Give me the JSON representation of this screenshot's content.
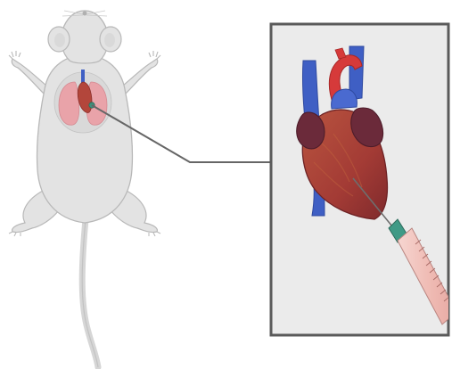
{
  "figure": {
    "subject": "mouse",
    "procedure": "cardiac-puncture",
    "icons": [
      "mouse-body-icon",
      "lungs-icon",
      "heart-icon",
      "callout-line",
      "magnified-heart-icon",
      "syringe-icon"
    ],
    "colors": {
      "background": "#ffffff",
      "mouse_fur": "#e3e3e3",
      "mouse_outline": "#b8b8b8",
      "lungs": "#e9a3a9",
      "heart": "#a8413a",
      "atria": "#6b2a3a",
      "vessel_blue": "#3f5fc4",
      "aorta_red": "#d63a3a",
      "panel_bg": "#ebebeb",
      "panel_border": "#5a5a5a",
      "syringe_barrel": "#f2c8c3",
      "syringe_hub": "#3f9a86",
      "needle": "#6e6e6e"
    }
  }
}
